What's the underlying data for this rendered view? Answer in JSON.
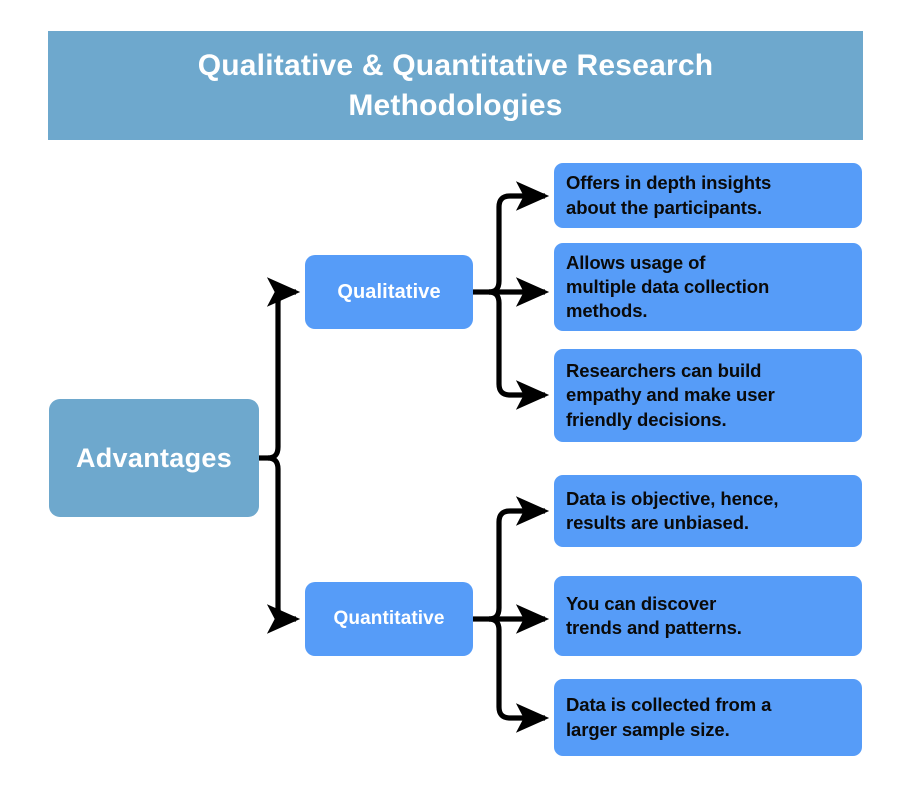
{
  "header": {
    "title": "Qualitative & Quantitative Research Methodologies",
    "title_line_1": "Qualitative & Quantitative Research",
    "title_line_2": "Methodologies",
    "background_color": "#6ea8cd",
    "text_color": "#ffffff"
  },
  "diagram": {
    "type": "tree",
    "orientation": "left-to-right",
    "root": {
      "label": "Advantages",
      "background_color": "#6ea8cd",
      "text_color": "#ffffff"
    },
    "branches": [
      {
        "label": "Qualitative",
        "background_color": "#569cf8",
        "text_color": "#ffffff",
        "leaves": [
          {
            "text": "Offers in depth insights\n about the participants."
          },
          {
            "text": "Allows usage of\nmultiple data collection\nmethods."
          },
          {
            "text": "Researchers can build\nempathy and make user\n friendly decisions."
          }
        ]
      },
      {
        "label": "Quantitative",
        "background_color": "#569cf8",
        "text_color": "#ffffff",
        "leaves": [
          {
            "text": "Data is objective, hence,\nresults are unbiased."
          },
          {
            "text": "You can discover\ntrends and patterns."
          },
          {
            "text": "Data is collected from a\nlarger sample size."
          }
        ]
      }
    ],
    "leaf_style": {
      "background_color": "#569cf8",
      "text_color": "#0a0a0a"
    },
    "connector_color": "#000000"
  }
}
